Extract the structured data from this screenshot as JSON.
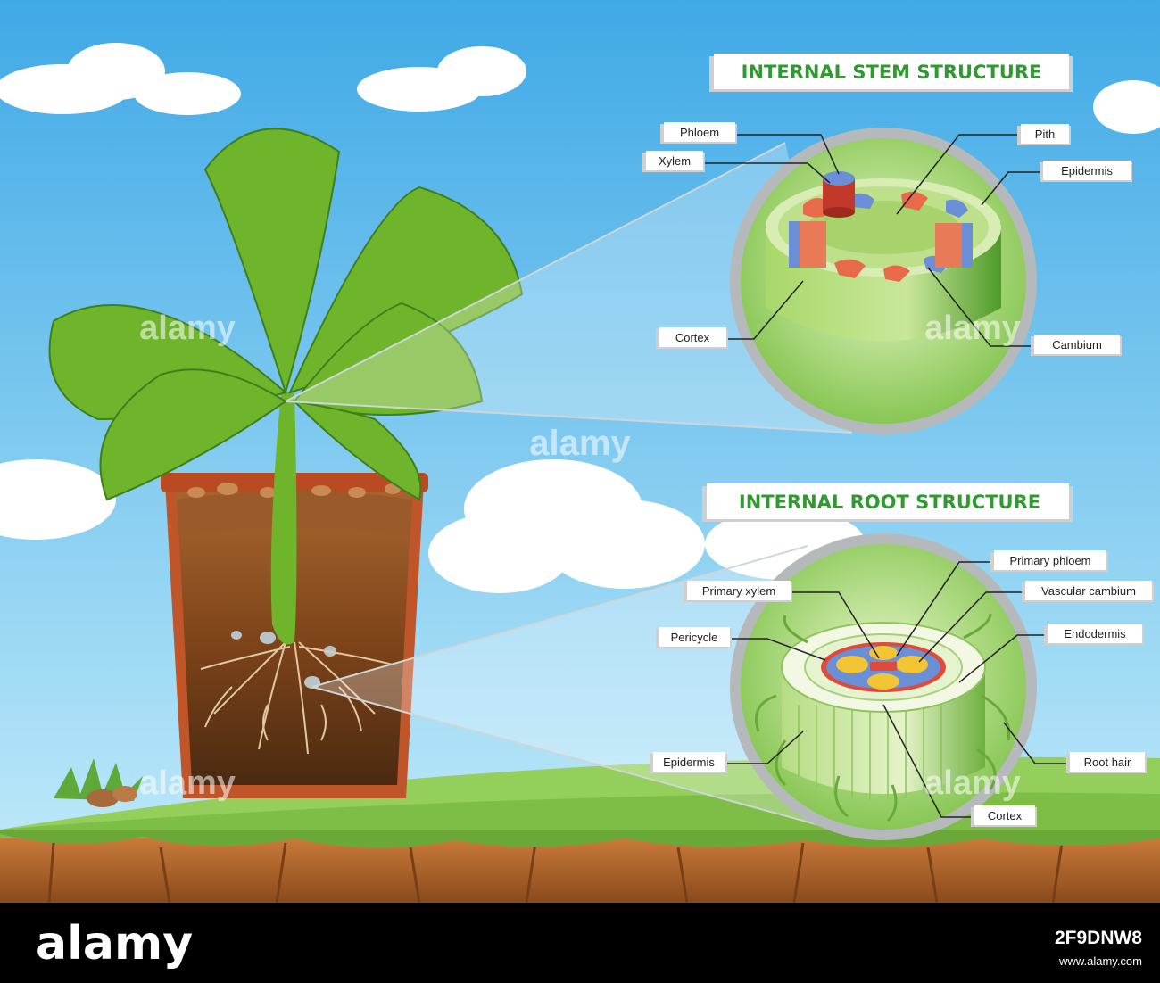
{
  "stem": {
    "title": "INTERNAL STEM STRUCTURE",
    "labels": {
      "phloem": "Phloem",
      "xylem": "Xylem",
      "pith": "Pith",
      "epidermis": "Epidermis",
      "cortex": "Cortex",
      "cambium": "Cambium"
    }
  },
  "root": {
    "title": "INTERNAL ROOT STRUCTURE",
    "labels": {
      "primary_phloem": "Primary phloem",
      "primary_xylem": "Primary xylem",
      "vascular_cambium": "Vascular cambium",
      "pericycle": "Pericycle",
      "endodermis": "Endodermis",
      "epidermis": "Epidermis",
      "root_hair": "Root hair",
      "cortex": "Cortex"
    }
  },
  "watermark": "alamy",
  "footer": {
    "brand": "alamy",
    "image_id": "2F9DNW8",
    "url": "www.alamy.com"
  },
  "colors": {
    "sky_top": "#3fa9e6",
    "sky_bottom": "#bde8f8",
    "grass": "#93cf5a",
    "soil": "#8a4b1d",
    "pot": "#c0552a",
    "leaf": "#6fb52c",
    "title_green": "#2f9a2f",
    "xylem_red": "#e86a4a",
    "phloem_blue": "#6b8fd6",
    "footer_bg": "#000000"
  }
}
